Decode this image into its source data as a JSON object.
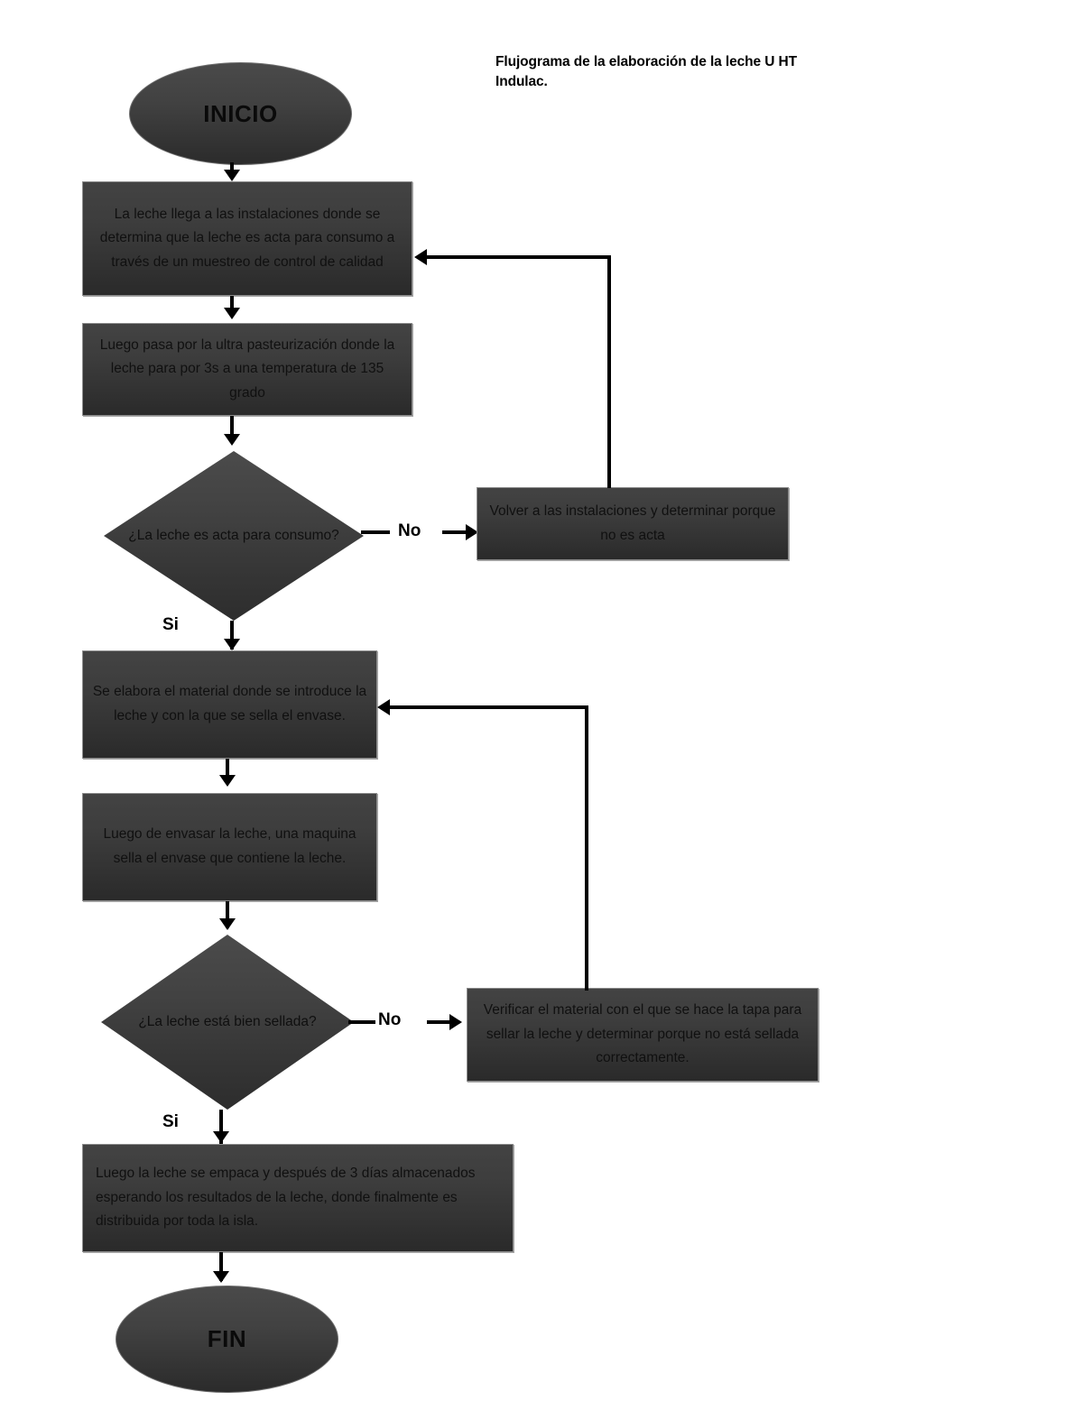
{
  "document": {
    "title_line_1": "Flujograma de la elaboración de la leche U HT",
    "title_line_2": "Indulac."
  },
  "flowchart": {
    "type": "flowchart",
    "orientation": "top-to-bottom",
    "nodes": [
      {
        "id": "inicio",
        "shape": "terminator",
        "label": "INICIO"
      },
      {
        "id": "recepcion",
        "shape": "process",
        "label": "La leche llega a las instalaciones donde se determina que la leche es acta para consumo a través de un muestreo de control de calidad"
      },
      {
        "id": "pasteurizacion",
        "shape": "process",
        "label": "Luego pasa por la ultra pasteurización donde la leche para por 3s a una temperatura de 135 grado"
      },
      {
        "id": "decision_apta",
        "shape": "decision",
        "label": "¿La leche es acta para consumo?"
      },
      {
        "id": "volver",
        "shape": "process",
        "label": "Volver a las instalaciones y determinar porque no es acta"
      },
      {
        "id": "envase",
        "shape": "process",
        "label": "Se elabora el material donde se introduce la leche y con la que se sella el envase."
      },
      {
        "id": "sellado",
        "shape": "process",
        "label": "Luego de envasar la leche, una maquina sella el envase que contiene la leche."
      },
      {
        "id": "decision_sellada",
        "shape": "decision",
        "label": "¿La leche está bien sellada?"
      },
      {
        "id": "verificar",
        "shape": "process",
        "label": "Verificar el material con el que se hace la tapa para sellar la leche y determinar porque no está sellada correctamente."
      },
      {
        "id": "empaque",
        "shape": "process",
        "label": "Luego la leche se empaca y después de 3 días almacenados esperando los resultados de la leche, donde finalmente es distribuida por toda la isla."
      },
      {
        "id": "fin",
        "shape": "terminator",
        "label": "FIN"
      }
    ],
    "edges": [
      {
        "from": "inicio",
        "to": "recepcion",
        "label": ""
      },
      {
        "from": "recepcion",
        "to": "pasteurizacion",
        "label": ""
      },
      {
        "from": "pasteurizacion",
        "to": "decision_apta",
        "label": ""
      },
      {
        "from": "decision_apta",
        "to": "volver",
        "label": "No"
      },
      {
        "from": "volver",
        "to": "recepcion",
        "label": ""
      },
      {
        "from": "decision_apta",
        "to": "envase",
        "label": "Si"
      },
      {
        "from": "envase",
        "to": "sellado",
        "label": ""
      },
      {
        "from": "sellado",
        "to": "decision_sellada",
        "label": ""
      },
      {
        "from": "decision_sellada",
        "to": "verificar",
        "label": "No"
      },
      {
        "from": "verificar",
        "to": "envase",
        "label": ""
      },
      {
        "from": "decision_sellada",
        "to": "empaque",
        "label": "Si"
      },
      {
        "from": "empaque",
        "to": "fin",
        "label": ""
      }
    ],
    "edge_labels": {
      "no_1": "No",
      "si_1": "Si",
      "no_2": "No",
      "si_2": "Si"
    },
    "colors": {
      "shape_fill_top": "#4b4b4b",
      "shape_fill_bottom": "#2a2a2a",
      "shape_border": "#8c8c8c",
      "connector": "#000000",
      "text": "#101010",
      "background": "#ffffff"
    }
  }
}
